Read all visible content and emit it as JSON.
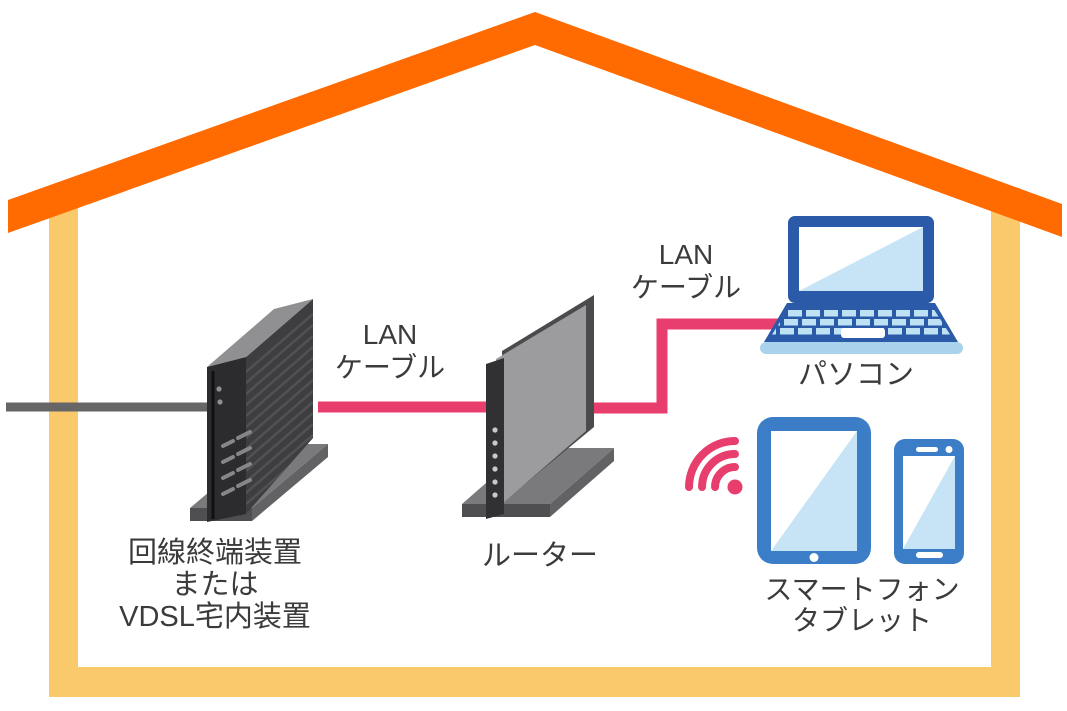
{
  "diagram": {
    "title": "home-network-wiring-diagram",
    "labels": {
      "lan_cable_upstream": {
        "line1": "LAN",
        "line2": "ケーブル"
      },
      "lan_cable_downstream": {
        "line1": "LAN",
        "line2": "ケーブル"
      },
      "terminal_device": {
        "line1": "回線終端装置",
        "line2": "または",
        "line3": "VDSL宅内装置"
      },
      "router": "ルーター",
      "computer": "パソコン",
      "mobile_devices": {
        "line1": "スマートフォン",
        "line2": "タブレット"
      }
    },
    "colors": {
      "roof_orange": "#FF6B00",
      "wall_yellow": "#F9C96C",
      "lan_cable_pink": "#E73E6E",
      "line_cable_gray": "#666666",
      "device_dark": "#2C2C2E",
      "device_side": "#3E3E40",
      "router_panel": "#9C9C9F",
      "pc_blue": "#2A5AA8",
      "pc_light_blue": "#C6E4F6",
      "mobile_blue": "#3C7DC8",
      "text": "#3B3B3B"
    }
  }
}
